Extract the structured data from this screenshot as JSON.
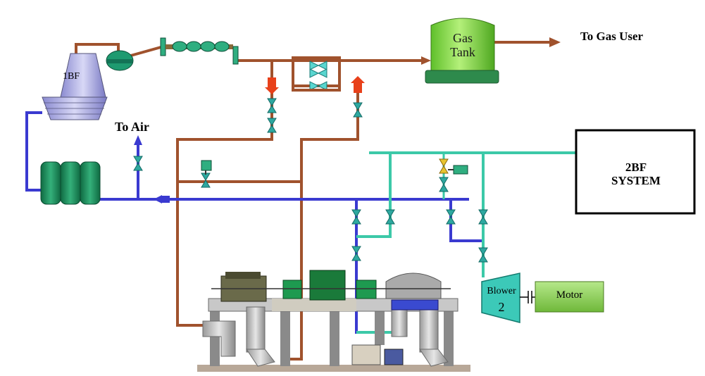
{
  "labels": {
    "to_gas_user": "To Gas User",
    "to_air": "To Air",
    "bf1": "1BF",
    "gas_tank_line1": "Gas",
    "gas_tank_line2": "Tank",
    "bf2_line1": "2BF",
    "bf2_line2": "SYSTEM",
    "blower_line1": "Blower",
    "blower_line2": "2",
    "motor": "Motor"
  },
  "colors": {
    "gas_pipe": "#a0522d",
    "air_pipe": "#3a3ad0",
    "cold_air_pipe": "#3cc9a8",
    "valve": "#2ea8a0",
    "gas_tank": "#8ee04c",
    "scrubber": "#1e8f5e",
    "furnace": "#b6b6e6",
    "motor": "#93d35c",
    "flow_arrow_red": "#e8401a",
    "flow_arrow_blue": "#3a3ad0"
  },
  "icons": [
    "blast-furnace-icon",
    "dust-catcher-icon",
    "filter-bags-icon",
    "gas-tank-icon",
    "scrubber-tower-icon",
    "valve-icon",
    "check-valve-icon",
    "blower-icon",
    "motor-icon",
    "turbine-assembly-icon"
  ]
}
